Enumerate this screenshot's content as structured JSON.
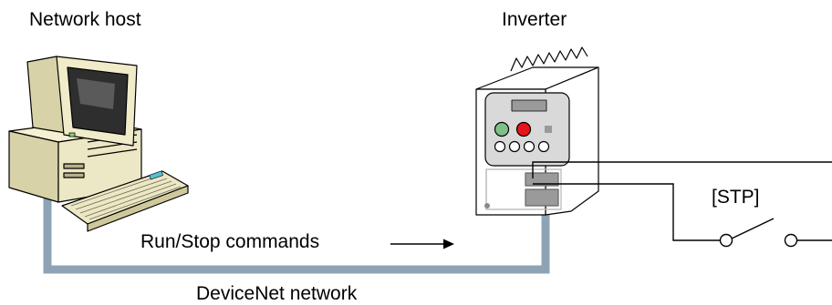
{
  "labels": {
    "host": "Network host",
    "inverter": "Inverter",
    "commands": "Run/Stop commands",
    "network": "DeviceNet network",
    "switch": "[STP]"
  },
  "colors": {
    "network_cable": "#8fa3b6",
    "run_button": "#7fc08a",
    "stop_button": "#e8141b",
    "panel": "#d9d9d9",
    "computer_beige": "#f0ebc8"
  }
}
